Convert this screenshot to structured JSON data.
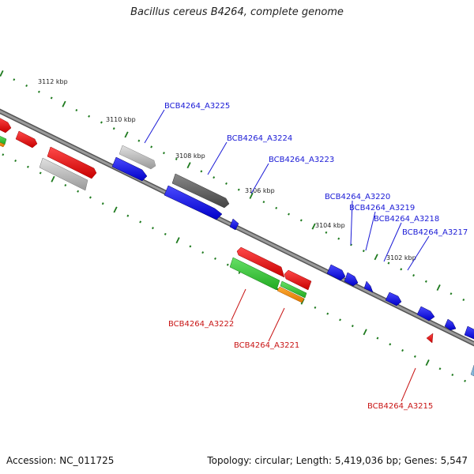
{
  "title": "Bacillus cereus B4264, complete genome",
  "footer": {
    "accession": "Accession: NC_011725",
    "stats": "Topology: circular; Length: 5,419,036 bp; Genes: 5,547"
  },
  "colors": {
    "backbone": "#777777",
    "tick": "#1e7a1e",
    "label_blue": "#1a1ad6",
    "label_red": "#c81414"
  },
  "scale_ticks": [
    {
      "label": "3112 kbp"
    },
    {
      "label": "3110 kbp"
    },
    {
      "label": "3108 kbp"
    },
    {
      "label": "3106 kbp"
    },
    {
      "label": "3104 kbp"
    },
    {
      "label": "3102 kbp"
    }
  ],
  "gene_labels": [
    {
      "text": "BCB4264_A3225",
      "strand": "forward"
    },
    {
      "text": "BCB4264_A3224",
      "strand": "forward"
    },
    {
      "text": "BCB4264_A3223",
      "strand": "forward"
    },
    {
      "text": "BCB4264_A3220",
      "strand": "forward"
    },
    {
      "text": "BCB4264_A3219",
      "strand": "forward"
    },
    {
      "text": "BCB4264_A3218",
      "strand": "forward"
    },
    {
      "text": "BCB4264_A3217",
      "strand": "forward"
    },
    {
      "text": "BCB4264_A3222",
      "strand": "reverse"
    },
    {
      "text": "BCB4264_A3221",
      "strand": "reverse"
    },
    {
      "text": "BCB4264_A3215",
      "strand": "reverse"
    }
  ]
}
